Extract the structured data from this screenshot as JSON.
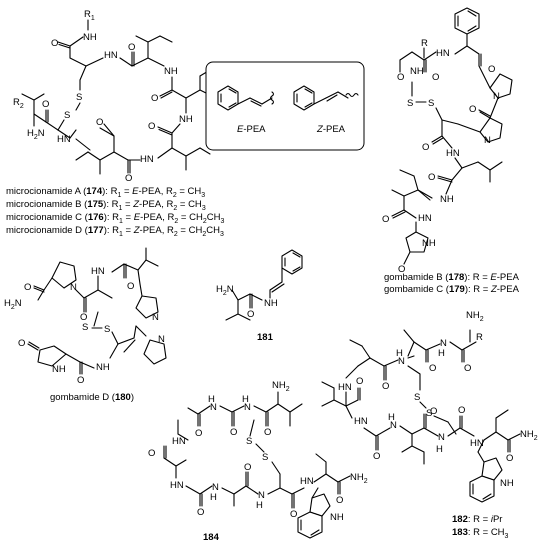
{
  "atoms": {
    "R1": "R",
    "R1_sub": "1",
    "R2": "R",
    "R2_sub": "2",
    "R": "R",
    "NH": "NH",
    "HN": "HN",
    "N": "N",
    "O": "O",
    "S": "S",
    "H": "H",
    "H2N": "H",
    "H2N_tail": "N",
    "NH2": "NH",
    "two": "2"
  },
  "pea_box": {
    "e_pea": "E",
    "z_pea": "Z",
    "pea_suffix": "-PEA"
  },
  "captions": {
    "micro_a": {
      "prefix": "microcionamide A (",
      "num": "174",
      "suffix": "): R",
      "sub1": "1",
      "mid": " = ",
      "e": "E",
      "pea": "-PEA, R",
      "sub2": "2",
      "tail": " = CH",
      "sub3": "3"
    },
    "micro_b": {
      "prefix": "microcionamide B (",
      "num": "175",
      "suffix": "): R",
      "sub1": "1",
      "mid": " = ",
      "e": "Z",
      "pea": "-PEA, R",
      "sub2": "2",
      "tail": " = CH",
      "sub3": "3"
    },
    "micro_c": {
      "prefix": "microcionamide C (",
      "num": "176",
      "suffix": "): R",
      "sub1": "1",
      "mid": " = ",
      "e": "E",
      "pea": "-PEA, R",
      "sub2": "2",
      "tail": " = CH",
      "sub3": "2",
      "tail2": "CH",
      "sub4": "3"
    },
    "micro_d": {
      "prefix": "microcionamide D (",
      "num": "177",
      "suffix": "): R",
      "sub1": "1",
      "mid": " = ",
      "e": "Z",
      "pea": "-PEA, R",
      "sub2": "2",
      "tail": " = CH",
      "sub3": "2",
      "tail2": "CH",
      "sub4": "3"
    },
    "gomb_b": {
      "prefix": "gombamide B (",
      "num": "178",
      "suffix": "): R = ",
      "e": "E",
      "pea": "-PEA"
    },
    "gomb_c": {
      "prefix": "gombamide C (",
      "num": "179",
      "suffix": "): R = ",
      "e": "Z",
      "pea": "-PEA"
    },
    "gomb_d": {
      "prefix": "gombamide D (",
      "num": "180",
      "suffix": ")"
    },
    "c181": "181",
    "c184": "184",
    "c182": {
      "num": "182",
      "suffix": ": R = ",
      "ipr_i": "i",
      "ipr": "Pr"
    },
    "c183": {
      "num": "183",
      "suffix": ": R = CH",
      "sub": "3"
    }
  }
}
